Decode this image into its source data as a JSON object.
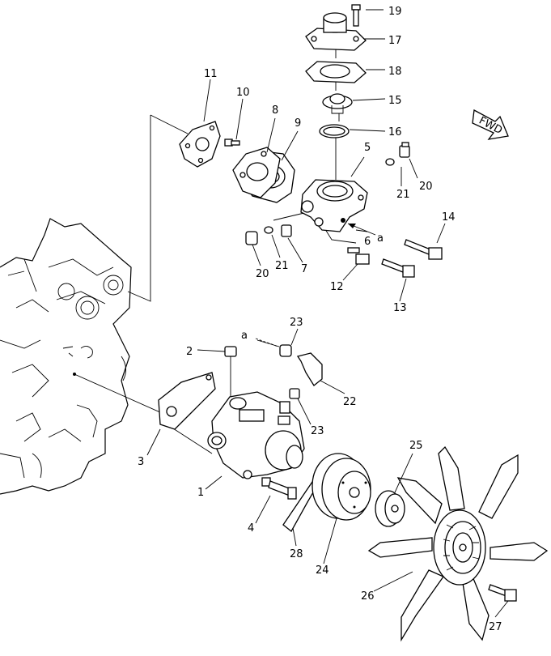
{
  "diagram": {
    "labels": {
      "p1": "1",
      "p2": "2",
      "p3": "3",
      "p4": "4",
      "p5": "5",
      "p6": "6",
      "p7": "7",
      "p8": "8",
      "p9": "9",
      "p10": "10",
      "p11": "11",
      "p12": "12",
      "p13": "13",
      "p14": "14",
      "p15": "15",
      "p16": "16",
      "p17": "17",
      "p18": "18",
      "p19": "19",
      "p20a": "20",
      "p20b": "20",
      "p21a": "21",
      "p21b": "21",
      "p22": "22",
      "p23a": "23",
      "p23b": "23",
      "p24": "24",
      "p25": "25",
      "p26": "26",
      "p27": "27",
      "p28": "28"
    },
    "ref_a_upper": "a",
    "ref_a_lower": "a",
    "fwd_badge": "FWD"
  }
}
